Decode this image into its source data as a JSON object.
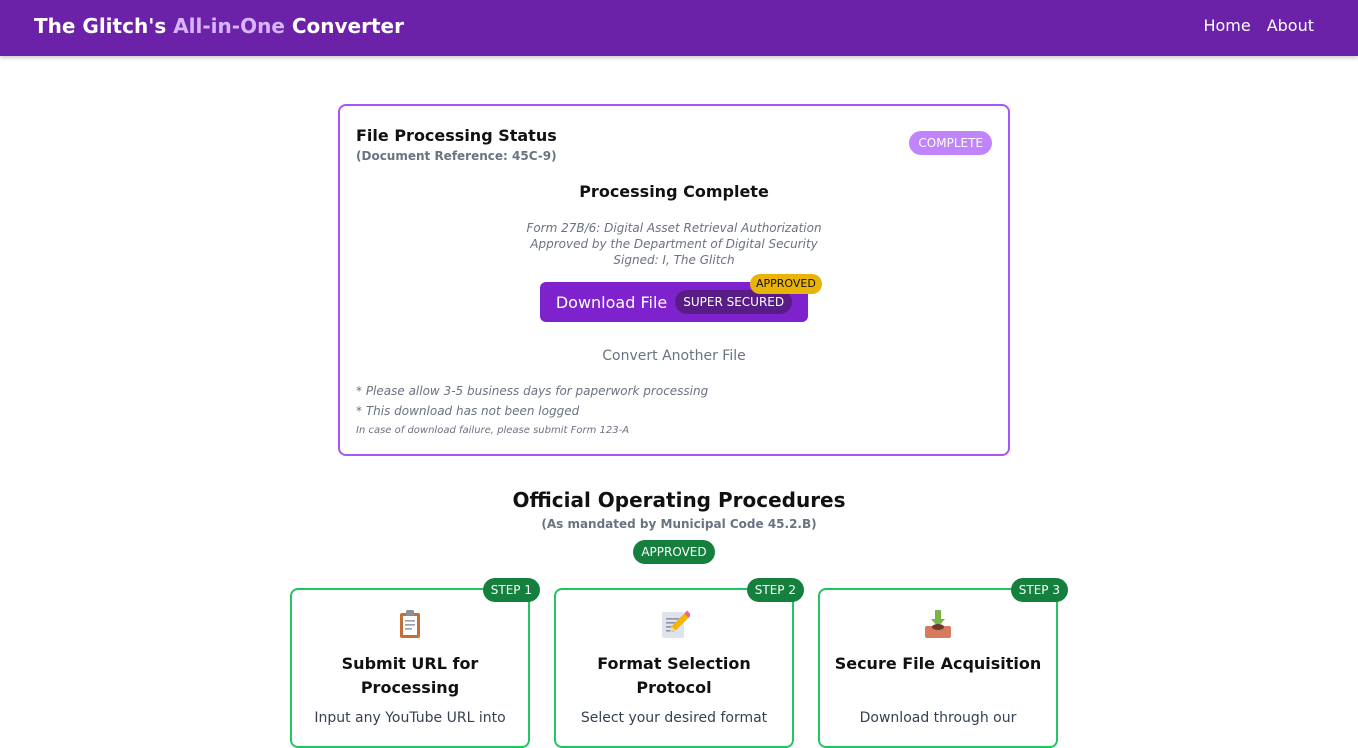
{
  "nav": {
    "brand_prefix": "The Glitch's ",
    "brand_accent": "All-in-One",
    "brand_suffix": " Converter",
    "links": [
      "Home",
      "About"
    ]
  },
  "status_card": {
    "title": "File Processing Status",
    "reference": "(Document Reference: 45C-9)",
    "status": "COMPLETE",
    "processing_title": "Processing Complete",
    "form_lines": [
      "Form 27B/6: Digital Asset Retrieval Authorization",
      "Approved by the Department of Digital Security",
      "Signed: I, The Glitch"
    ],
    "download": {
      "label": "Download File",
      "secured": "SUPER SECURED",
      "approved": "APPROVED"
    },
    "convert_another": "Convert Another File",
    "notes": [
      "* Please allow 3-5 business days for paperwork processing",
      "* This download has not been logged"
    ],
    "small_note": "In case of download failure, please submit Form 123-A"
  },
  "procedures": {
    "title": "Official Operating Procedures",
    "subtitle": "(As mandated by Municipal Code 45.2.B)",
    "badge": "APPROVED",
    "steps": [
      {
        "badge": "STEP 1",
        "icon": "clipboard-icon",
        "title": "Submit URL for Processing",
        "desc": "Input any YouTube URL into"
      },
      {
        "badge": "STEP 2",
        "icon": "memo-icon",
        "title": "Format Selection Protocol",
        "desc": "Select your desired format"
      },
      {
        "badge": "STEP 3",
        "icon": "download-tray-icon",
        "title": "Secure File Acquisition",
        "desc": "Download through our"
      }
    ]
  },
  "colors": {
    "nav": "#6b21a8",
    "brand_accent": "#d8b4fe",
    "card_border": "#a855f7",
    "complete_badge": "#c084fc",
    "download_button": "#7e22ce",
    "approved_tag": "#eab308",
    "step_border": "#22c55e",
    "step_badge": "#15803d"
  }
}
